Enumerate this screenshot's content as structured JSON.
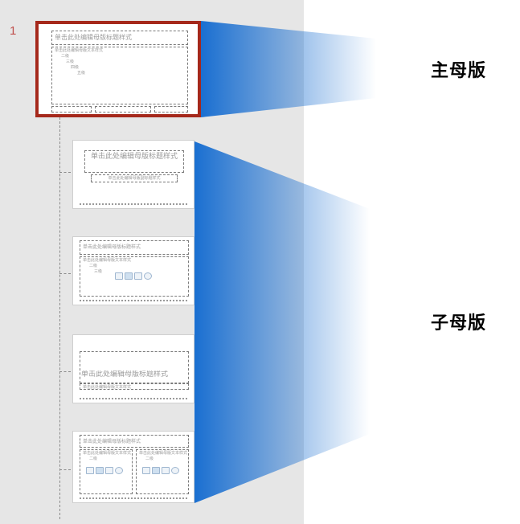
{
  "slide_number": "1",
  "labels": {
    "master": "主母版",
    "child": "子母版"
  },
  "placeholder_text": {
    "title": "单击此处编辑母版标题样式",
    "subtitle": "单击此处编辑母版副标题样式",
    "body": "单击此处编辑母版文本样式",
    "level2": "二级",
    "level3": "三级",
    "level4": "四级",
    "level5": "五级"
  },
  "colors": {
    "panel_background": "#e6e6e6",
    "master_border": "#a5281b",
    "ray_blue": "#1a6fd1",
    "slide_number": "#c0504d"
  },
  "icons": [
    "table-icon",
    "chart-icon",
    "smartart-icon",
    "picture-icon",
    "online-picture-icon",
    "video-icon"
  ]
}
